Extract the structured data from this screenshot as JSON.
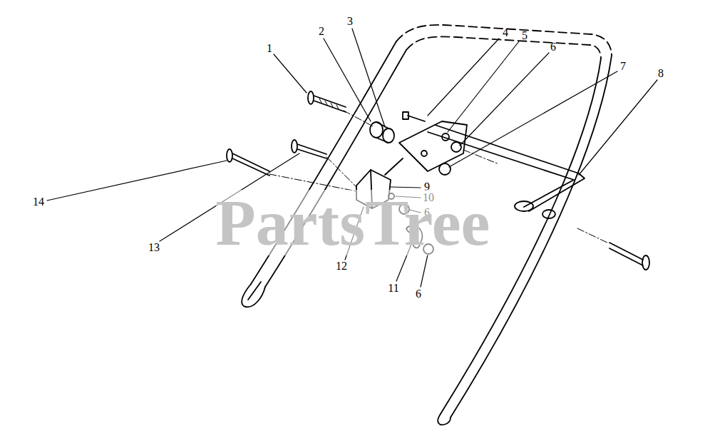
{
  "diagram": {
    "labels": [
      "1",
      "2",
      "3",
      "4",
      "5",
      "6",
      "7",
      "8",
      "9",
      "10",
      "6",
      "12",
      "11",
      "6",
      "13",
      "14",
      "PartsTree"
    ]
  }
}
